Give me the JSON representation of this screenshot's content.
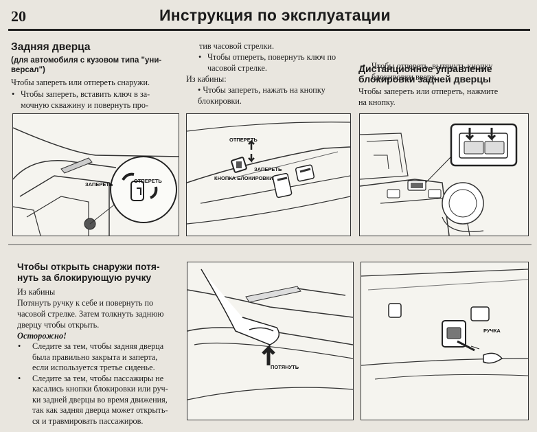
{
  "header": {
    "page_number": "20",
    "title": "Инструкция по эксплуатации"
  },
  "col1": {
    "heading": "Задняя дверца",
    "subheading_l1": "(для автомобиля с кузовом типа \"уни-",
    "subheading_l2": "версал\")",
    "intro": "Чтобы запереть или отпереть снаружи.",
    "bullet_l1": "Чтобы запереть, вставить ключ в за-",
    "bullet_l2": "мочную скважину и повернуть про-"
  },
  "col2": {
    "cont": "тив часовой стрелки.",
    "bullet_l1": "Чтобы отпереть, повернуть ключ по",
    "bullet_l2": "часовой стрелке.",
    "from_cabin": "Из кабины:",
    "bullet2_l1": "• Чтобы запереть, нажать на кнопку",
    "bullet2_l2": "блокировки."
  },
  "col3": {
    "bullet_l1": "Чтобы отпереть, вытянуть кнопку",
    "bullet_l2": "блокировки вверх.",
    "heading_l1": "Дистанционное управление",
    "heading_l2": "блокировки задней дверцы",
    "text_l1": "Чтобы запереть или отпереть, нажмите",
    "text_l2": "на кнопку."
  },
  "figures": {
    "fig1": {
      "lock_label": "ЗАПЕРЕТЬ",
      "unlock_label": "ОТПЕРЕТЬ"
    },
    "fig2": {
      "unlock_label": "ОТПЕРЕТЬ",
      "lock_label": "ЗАПЕРЕТЬ",
      "button_label": "КНОПКА БЛОКИРОВКИ"
    },
    "fig4": {
      "pull_label": "ПОТЯНУТЬ"
    },
    "fig5": {
      "handle_label": "РУЧКА"
    }
  },
  "lower": {
    "heading_l1": "Чтобы открыть снаружи потя-",
    "heading_l2": "нуть за блокирующую ручку",
    "from_cabin": "Из кабины",
    "text_l1": "Потянуть ручку к себе и повернуть по",
    "text_l2": "часовой стрелке. Затем толкнуть заднюю",
    "text_l3": "дверцу чтобы открыть.",
    "caution": "Осторожно!",
    "c1_l1": "Следите за тем, чтобы задняя дверца",
    "c1_l2": "была правильно закрыта и заперта,",
    "c1_l3": "если используется третье сиденье.",
    "c2_l1": "Следите за тем, чтобы пассажиры не",
    "c2_l2": "касались кнопки блокировки или руч-",
    "c2_l3": "ки задней дверцы во время движения,",
    "c2_l4": "так как задняя дверца может открыть-",
    "c2_l5": "ся и травмировать пассажиров."
  }
}
